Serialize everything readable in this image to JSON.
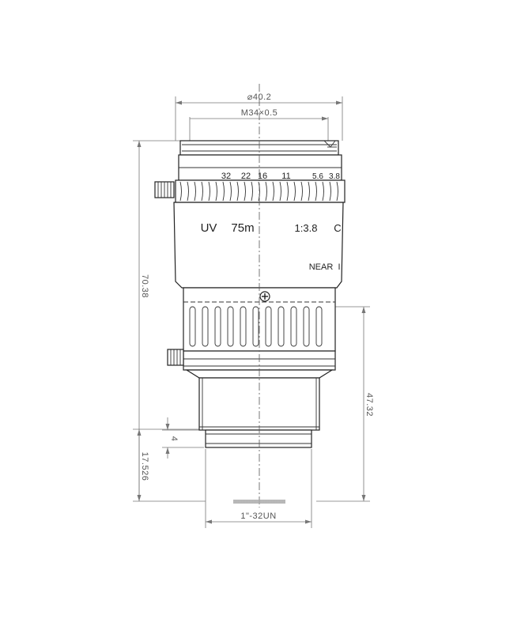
{
  "dimensions": {
    "outer_diameter": "⌀40.2",
    "filter_thread": "M34×0.5",
    "total_length": "70.38",
    "rear_length": "47.32",
    "flange_length": "17.526",
    "thread_depth": "4",
    "mount_thread": "1\"-32UN"
  },
  "lens": {
    "aperture_scale": [
      "32",
      "22",
      "16",
      "11",
      "5.6",
      "3.8"
    ],
    "marking_uv": "UV",
    "marking_focal": "75m",
    "marking_fnumber": "1:3.8",
    "marking_c": "C",
    "focus_label": "NEAR",
    "focus_mark": "I"
  },
  "colors": {
    "line": "#222222",
    "dimension": "#777777"
  },
  "icons": {
    "screw": "screw-icon",
    "knob": "locking-knob-icon"
  }
}
